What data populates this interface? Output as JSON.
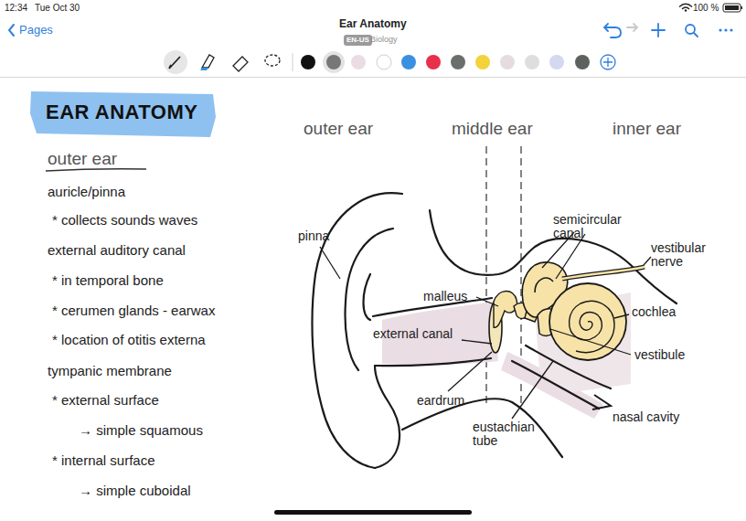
{
  "diagram": {
    "title": "EAR ANATOMY",
    "nodes": [
      {
        "text": [
          "EN-US"
        ]
      }
    ],
    "labels": [
      "12:34",
      "Tue Oct 30",
      "100 %",
      "Pages",
      "Ear Anatomy",
      "Biology",
      "outer ear",
      "auricle/pinna",
      "* collects sounds waves",
      "external auditory canal",
      "* in temporal bone",
      "* cerumen glands - earwax",
      "* location of otitis externa",
      "tympanic membrane",
      "* external surface",
      "→ simple squamous",
      "* internal surface",
      "→ simple cuboidal",
      "outer ear",
      "middle ear",
      "inner ear",
      "pinna",
      "malleus",
      "external canal",
      "eardrum",
      "eustachian tube",
      "semicircular canal",
      "vestibular nerve",
      "cochlea",
      "vestibule",
      "nasal cavity"
    ]
  }
}
